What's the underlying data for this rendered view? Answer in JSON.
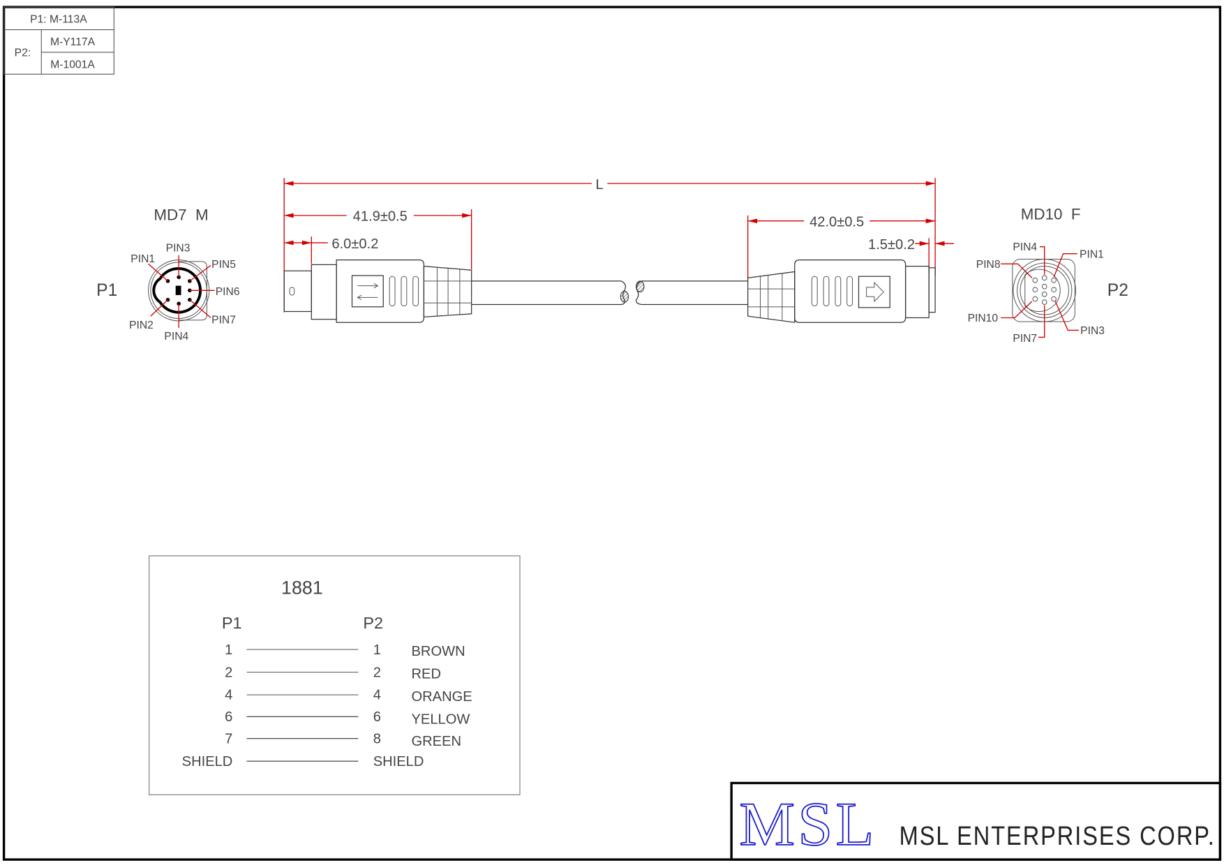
{
  "part_table": {
    "p1_row": "P1: M-113A",
    "p2_label": "P2:",
    "p2_parts": [
      "M-Y117A",
      "M-1001A"
    ]
  },
  "dimensions": {
    "overall": "L",
    "p1_length": "41.9±0.5",
    "p1_tip": "6.0±0.2",
    "p2_length": "42.0±0.5",
    "p2_tip": "1.5±0.2"
  },
  "connector_p1": {
    "designator": "P1",
    "type": "MD7  M",
    "pins": [
      "PIN1",
      "PIN2",
      "PIN3",
      "PIN4",
      "PIN5",
      "PIN6",
      "PIN7"
    ]
  },
  "connector_p2": {
    "designator": "P2",
    "type": "MD10  F",
    "pins": [
      "PIN1",
      "PIN3",
      "PIN4",
      "PIN7",
      "PIN8",
      "PIN10"
    ]
  },
  "wiring": {
    "title": "1881",
    "col_p1": "P1",
    "col_p2": "P2",
    "rows": [
      {
        "p1": "1",
        "p2": "1",
        "color": "BROWN"
      },
      {
        "p1": "2",
        "p2": "2",
        "color": "RED"
      },
      {
        "p1": "4",
        "p2": "4",
        "color": "ORANGE"
      },
      {
        "p1": "6",
        "p2": "6",
        "color": "YELLOW"
      },
      {
        "p1": "7",
        "p2": "8",
        "color": "GREEN"
      },
      {
        "p1": "SHIELD",
        "p2": "SHIELD",
        "color": ""
      }
    ]
  },
  "title_block": {
    "logo": "MSL",
    "company": "MSL ENTERPRISES CORP."
  },
  "colors": {
    "dimension": "#d40000",
    "logo": "#1a1acc"
  }
}
